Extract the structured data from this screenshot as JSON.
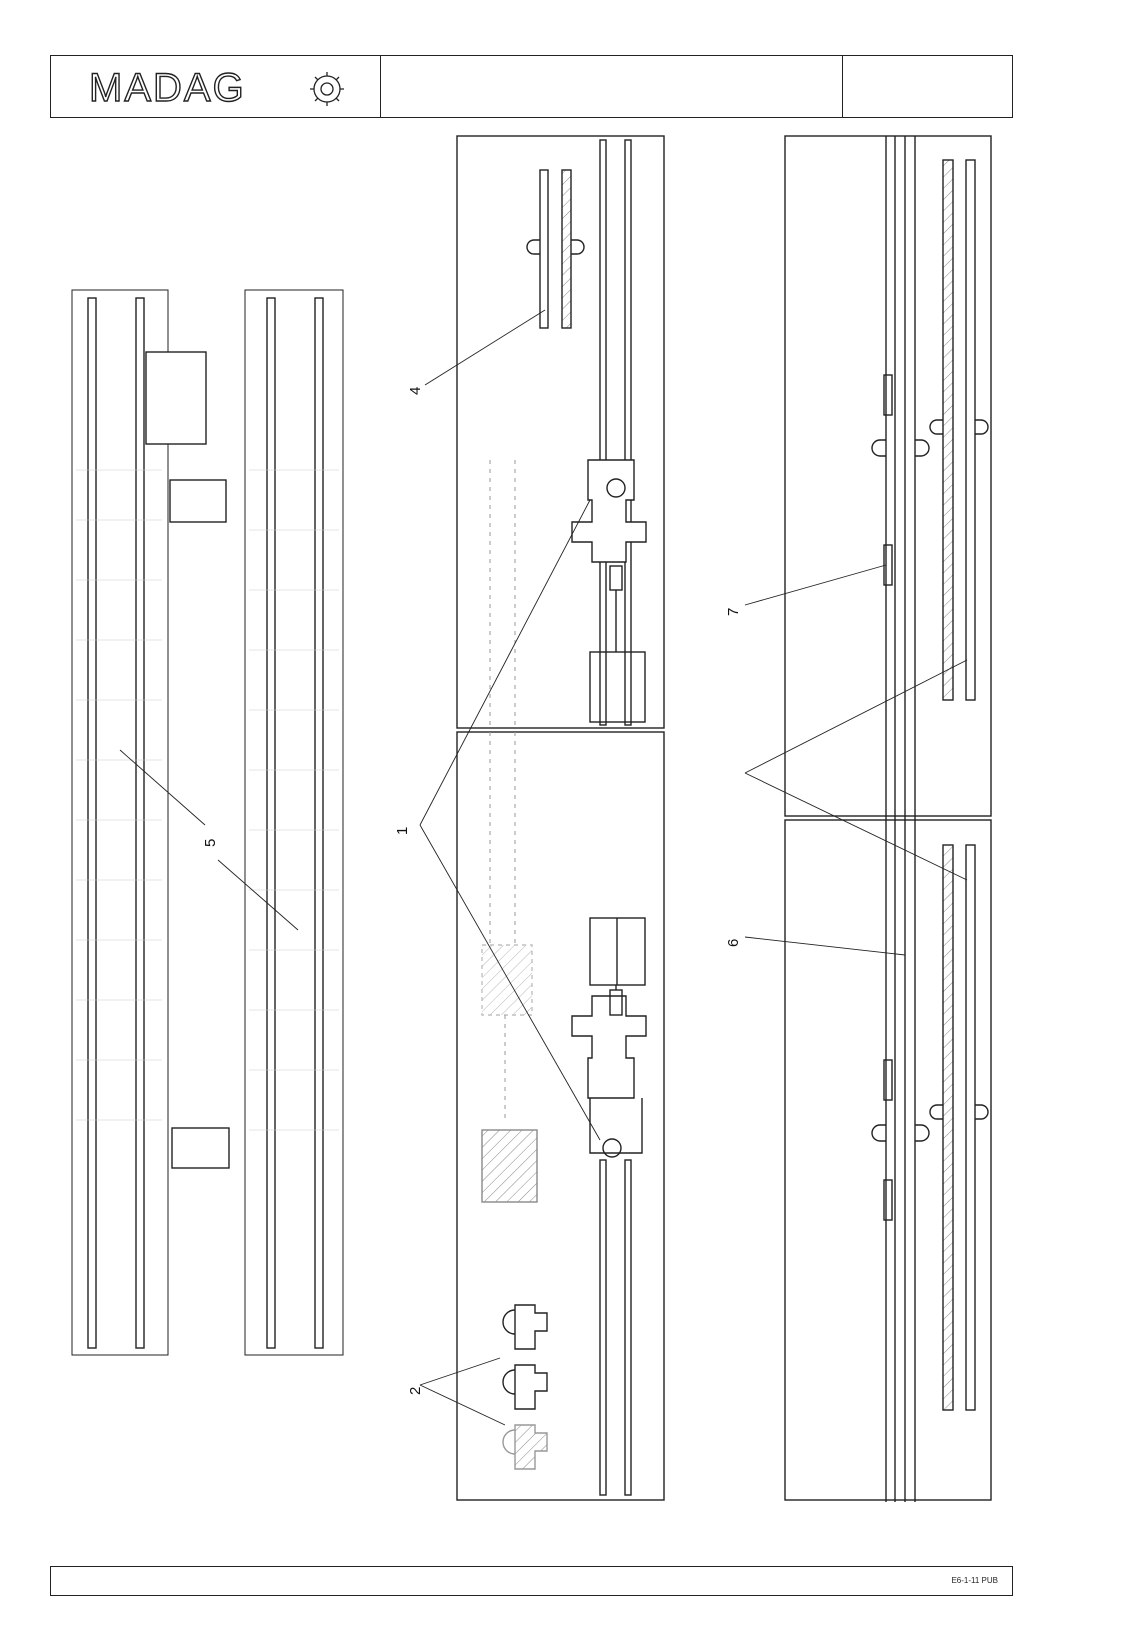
{
  "header": {
    "logo_text": "MADAG",
    "logo_icon": "gear-icon"
  },
  "callouts": [
    "1",
    "2",
    "4",
    "5",
    "6",
    "7"
  ],
  "footer": {
    "doc_code": "E6-1-11 PUB"
  }
}
